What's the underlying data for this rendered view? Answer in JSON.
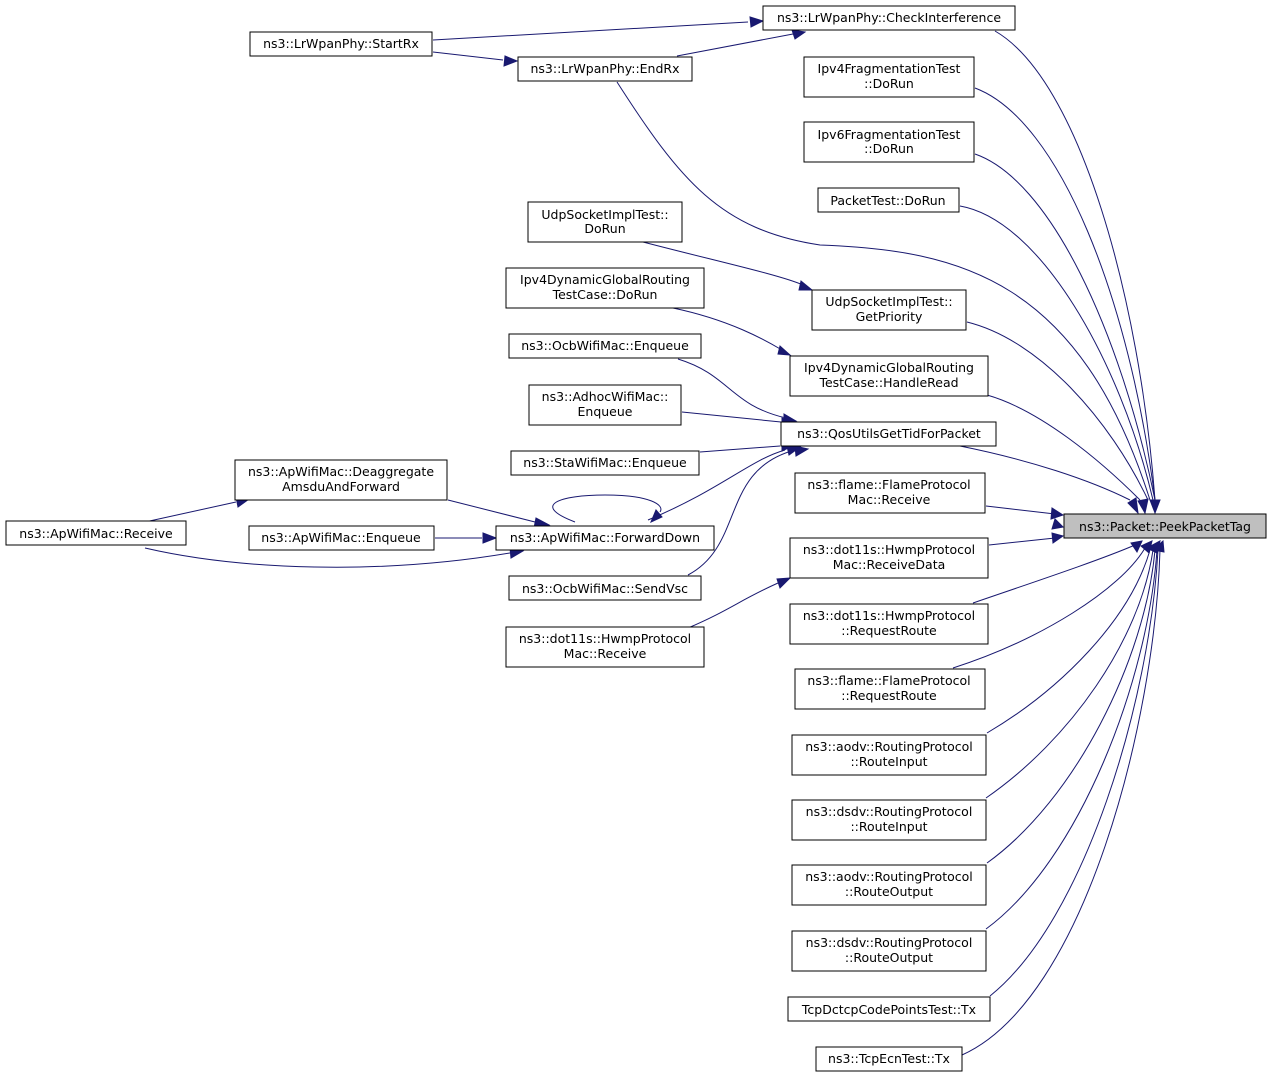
{
  "colors": {
    "edge": "#191970",
    "node_fill": "#ffffff",
    "highlight_fill": "#bfbfbf",
    "border": "#000000"
  },
  "nodes": {
    "peek_packet_tag": [
      "ns3::Packet::PeekPacketTag"
    ],
    "check_interference": [
      "ns3::LrWpanPhy::CheckInterference"
    ],
    "start_rx": [
      "ns3::LrWpanPhy::StartRx"
    ],
    "end_rx": [
      "ns3::LrWpanPhy::EndRx"
    ],
    "ipv4_frag_test": [
      "Ipv4FragmentationTest",
      "::DoRun"
    ],
    "ipv6_frag_test": [
      "Ipv6FragmentationTest",
      "::DoRun"
    ],
    "packet_test": [
      "PacketTest::DoRun"
    ],
    "udp_socket_test_dorun": [
      "UdpSocketImplTest::",
      "DoRun"
    ],
    "udp_socket_test_getpriority": [
      "UdpSocketImplTest::",
      "GetPriority"
    ],
    "ipv4_dyn_dorun": [
      "Ipv4DynamicGlobalRouting",
      "TestCase::DoRun"
    ],
    "ipv4_dyn_handleread": [
      "Ipv4DynamicGlobalRouting",
      "TestCase::HandleRead"
    ],
    "ocb_enqueue": [
      "ns3::OcbWifiMac::Enqueue"
    ],
    "adhoc_enqueue": [
      "ns3::AdhocWifiMac::",
      "Enqueue"
    ],
    "qos_utils": [
      "ns3::QosUtilsGetTidForPacket"
    ],
    "sta_enqueue": [
      "ns3::StaWifiMac::Enqueue"
    ],
    "ap_deaggregate": [
      "ns3::ApWifiMac::Deaggregate",
      "AmsduAndForward"
    ],
    "ap_receive": [
      "ns3::ApWifiMac::Receive"
    ],
    "ap_enqueue": [
      "ns3::ApWifiMac::Enqueue"
    ],
    "ap_forward_down": [
      "ns3::ApWifiMac::ForwardDown"
    ],
    "ocb_sendvsc": [
      "ns3::OcbWifiMac::SendVsc"
    ],
    "hwmp_receive": [
      "ns3::dot11s::HwmpProtocol",
      "Mac::Receive"
    ],
    "flame_mac_receive": [
      "ns3::flame::FlameProtocol",
      "Mac::Receive"
    ],
    "hwmp_receive_data": [
      "ns3::dot11s::HwmpProtocol",
      "Mac::ReceiveData"
    ],
    "hwmp_request_route": [
      "ns3::dot11s::HwmpProtocol",
      "::RequestRoute"
    ],
    "flame_request_route": [
      "ns3::flame::FlameProtocol",
      "::RequestRoute"
    ],
    "aodv_route_input": [
      "ns3::aodv::RoutingProtocol",
      "::RouteInput"
    ],
    "dsdv_route_input": [
      "ns3::dsdv::RoutingProtocol",
      "::RouteInput"
    ],
    "aodv_route_output": [
      "ns3::aodv::RoutingProtocol",
      "::RouteOutput"
    ],
    "dsdv_route_output": [
      "ns3::dsdv::RoutingProtocol",
      "::RouteOutput"
    ],
    "tcp_dctcp_tx": [
      "TcpDctcpCodePointsTest::Tx"
    ],
    "tcp_ecn_tx": [
      "ns3::TcpEcnTest::Tx"
    ]
  }
}
